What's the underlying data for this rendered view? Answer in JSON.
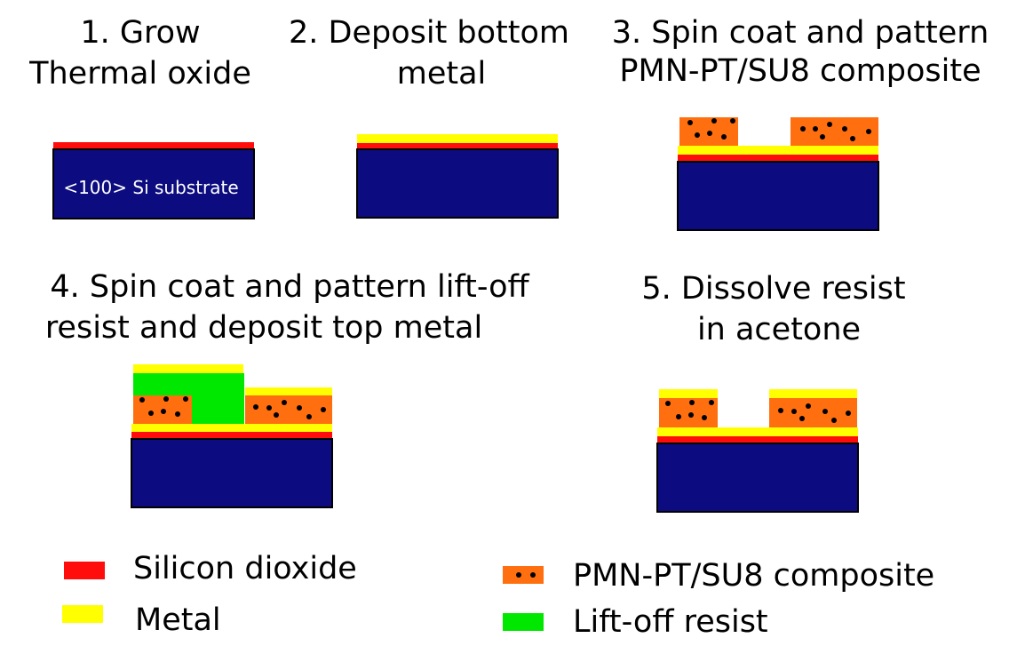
{
  "colors": {
    "substrate": "#0c0c80",
    "oxide": "#ff0d0d",
    "metal": "#ffff00",
    "composite": "#ff6f0f",
    "particle": "#000000",
    "resist": "#00e800",
    "outline": "#000000"
  },
  "steps": [
    {
      "line1": "1. Grow",
      "line2": "Thermal oxide"
    },
    {
      "line1": "2. Deposit bottom",
      "line2": "metal"
    },
    {
      "line1": "3. Spin coat and pattern",
      "line2": "PMN-PT/SU8 composite"
    },
    {
      "line1": "4. Spin coat and pattern lift-off",
      "line2": "resist and deposit top metal"
    },
    {
      "line1": "5. Dissolve resist",
      "line2": "in acetone"
    }
  ],
  "substrate_label": "<100> Si substrate",
  "legend": {
    "oxide": "Silicon dioxide",
    "metal": "Metal",
    "composite": "PMN-PT/SU8 composite",
    "resist": "Lift-off resist"
  }
}
